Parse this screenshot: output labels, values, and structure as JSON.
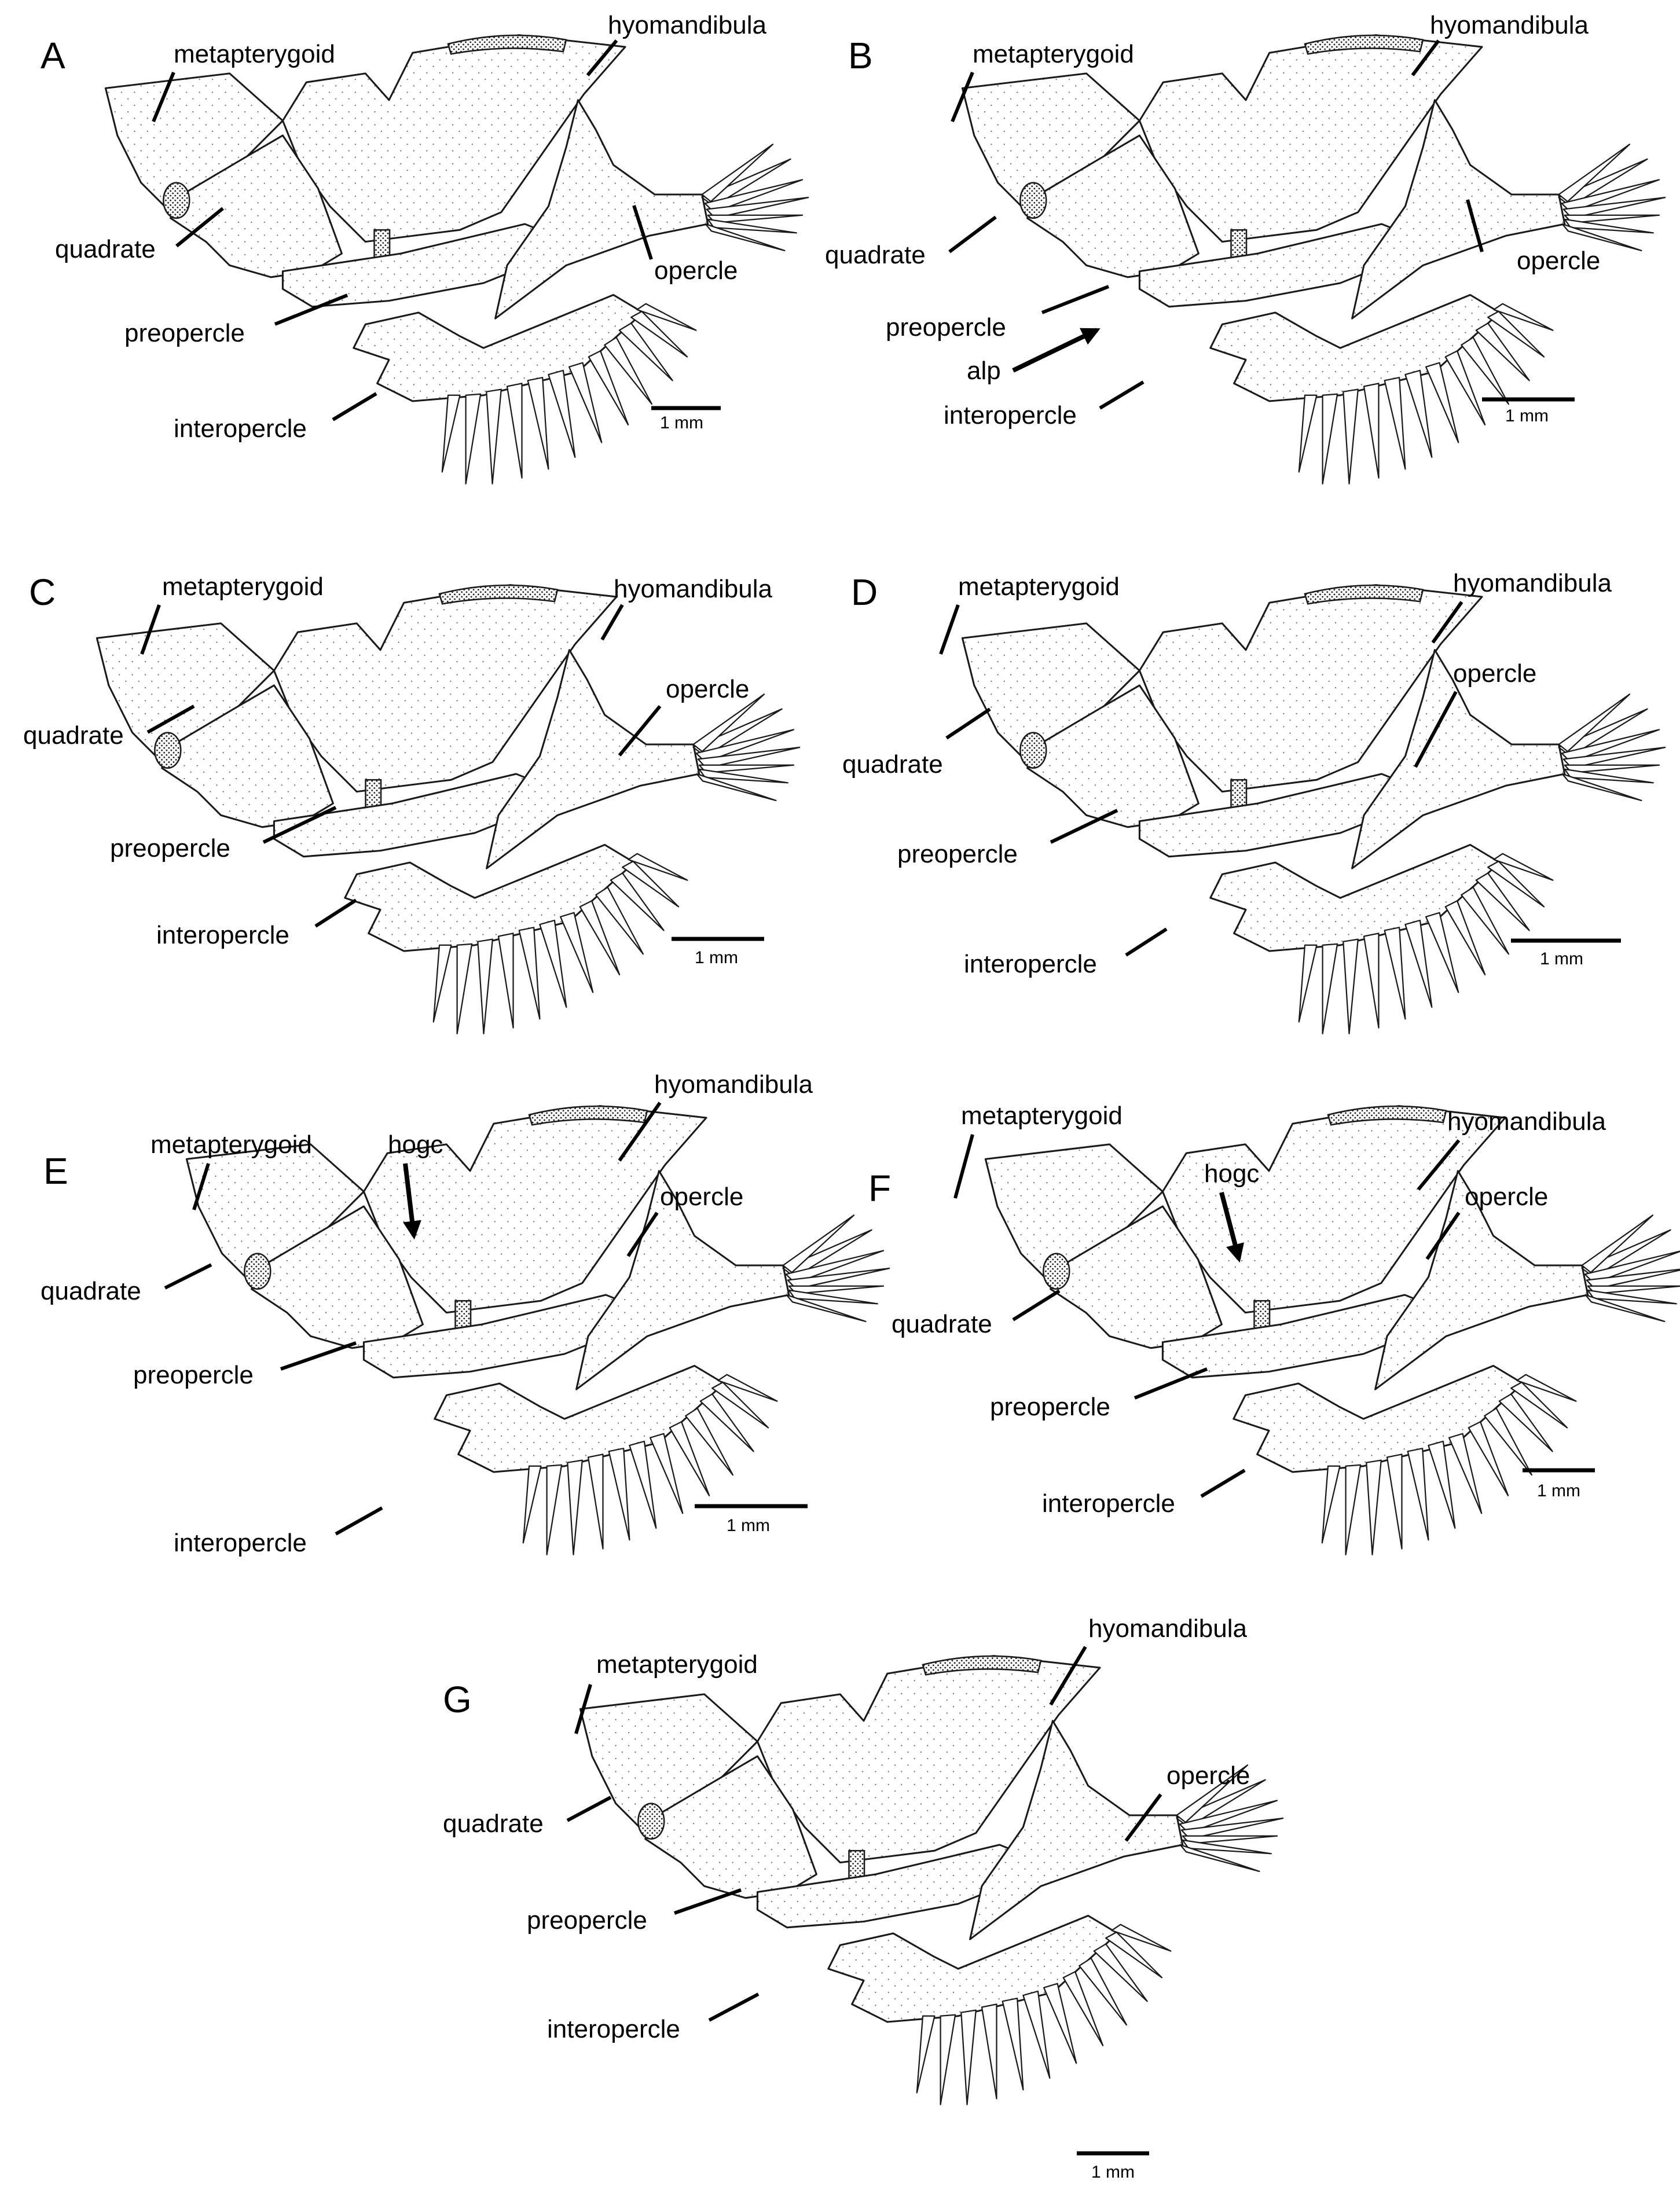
{
  "labels": {
    "metapterygoid": "metapterygoid",
    "hyomandibula": "hyomandibula",
    "quadrate": "quadrate",
    "opercle": "opercle",
    "preopercle": "preopercle",
    "interopercle": "interopercle",
    "alp": "alp",
    "hogc": "hogc"
  },
  "scale_label": "1 mm",
  "panels": [
    {
      "id": "A",
      "letter": "A"
    },
    {
      "id": "B",
      "letter": "B"
    },
    {
      "id": "C",
      "letter": "C"
    },
    {
      "id": "D",
      "letter": "D"
    },
    {
      "id": "E",
      "letter": "E"
    },
    {
      "id": "F",
      "letter": "F"
    },
    {
      "id": "G",
      "letter": "G"
    }
  ],
  "colors": {
    "ink": "#000000",
    "bone_fill": "#f7f7f7"
  }
}
